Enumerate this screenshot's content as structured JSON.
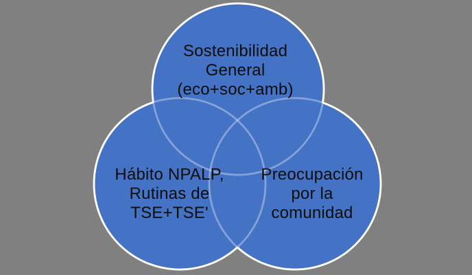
{
  "background_color": "#808080",
  "diagram": {
    "type": "venn-3-circle",
    "fill_color": "#4472C4",
    "stroke_color": "#FFFFFF",
    "text_color": "#0d0d0d",
    "circles": [
      {
        "id": "top",
        "label": "Sostenibilidad General (eco+soc+amb)",
        "lines": [
          "Sostenibilidad",
          "General",
          "(eco+soc+amb)"
        ]
      },
      {
        "id": "bottom-left",
        "label": "Hábito NPALP, Rutinas de TSE+TSE'",
        "lines": [
          "Hábito NPALP,",
          "Rutinas de",
          "TSE+TSE'"
        ]
      },
      {
        "id": "bottom-right",
        "label": "Preocupación por la comunidad",
        "lines": [
          "Preocupación",
          "por la",
          "comunidad"
        ]
      }
    ]
  }
}
